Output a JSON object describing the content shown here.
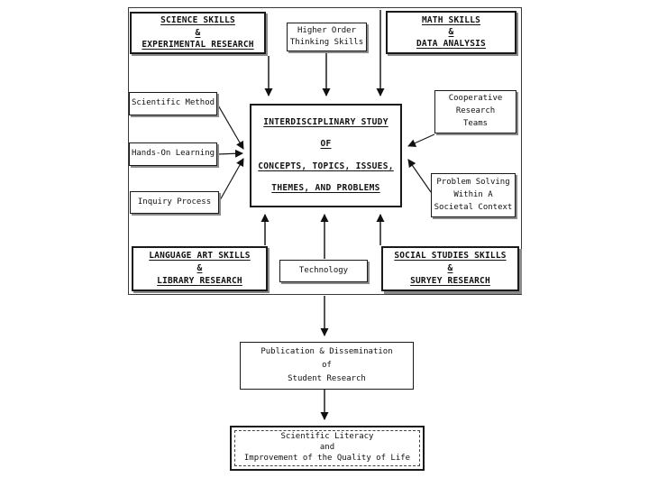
{
  "colors": {
    "line": "#1a1a1a",
    "border": "#000000",
    "shadow": "#8a8a8a",
    "background": "#ffffff"
  },
  "boxes": {
    "science": [
      "SCIENCE SKILLS",
      "&",
      "EXPERIMENTAL RESEARCH"
    ],
    "higher_order": [
      "Higher Order",
      "Thinking Skills"
    ],
    "math": [
      "MATH SKILLS",
      "&",
      "DATA ANALYSIS"
    ],
    "scientific_method": [
      "Scientific Method"
    ],
    "hands_on": [
      "Hands-On Learning"
    ],
    "inquiry": [
      "Inquiry Process"
    ],
    "center": [
      "INTERDISCIPLINARY STUDY",
      "OF",
      "CONCEPTS, TOPICS, ISSUES,",
      "THEMES, AND PROBLEMS"
    ],
    "cooperative": [
      "Cooperative",
      "Research",
      "Teams"
    ],
    "problem_solving": [
      "Problem Solving",
      "Within A",
      "Societal Context"
    ],
    "language": [
      "LANGUAGE ART SKILLS",
      "&",
      "LIBRARY RESEARCH"
    ],
    "technology": [
      "Technology"
    ],
    "social": [
      "SOCIAL STUDIES SKILLS",
      "&",
      "SURYEY RESEARCH"
    ],
    "publication": [
      "Publication & Dissemination",
      "of",
      "Student Research"
    ],
    "literacy": [
      "Scientific Literacy",
      "and",
      "Improvement of the Quality of Life"
    ]
  }
}
